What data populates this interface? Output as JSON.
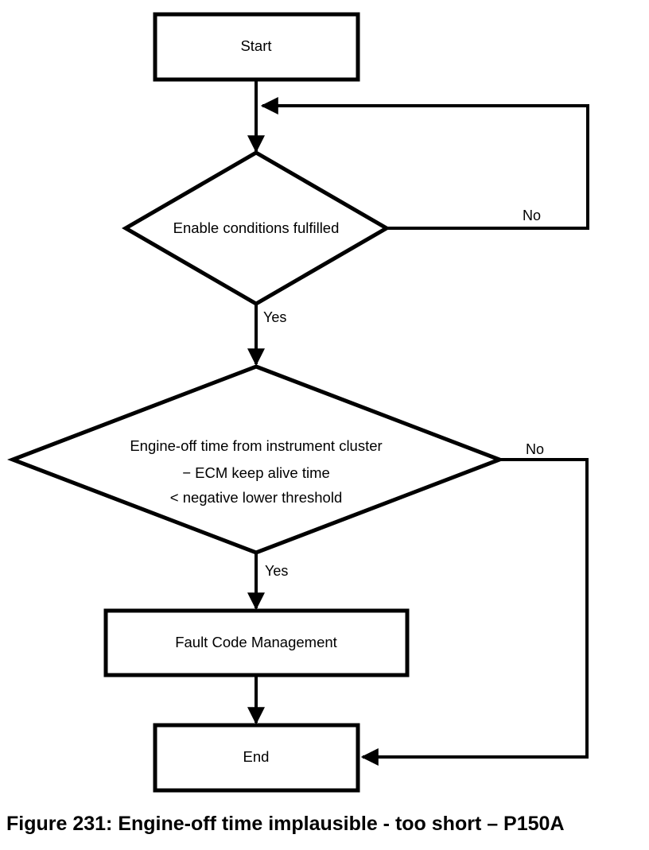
{
  "figure": {
    "caption": "Figure 231: Engine-off time implausible - too short – P150A"
  },
  "flowchart": {
    "colors": {
      "line": "#000000",
      "background": "#ffffff"
    },
    "nodes": {
      "start": {
        "label": "Start"
      },
      "decision_enable": {
        "label": "Enable conditions fulfilled"
      },
      "decision_engine_off": {
        "line1": "Engine-off time from instrument cluster",
        "line2": "− ECM keep alive time",
        "line3": "< negative lower threshold"
      },
      "fault_code_management": {
        "label": "Fault Code Management"
      },
      "end": {
        "label": "End"
      }
    },
    "edge_labels": {
      "decision_enable_yes": "Yes",
      "decision_enable_no": "No",
      "decision_engine_off_yes": "Yes",
      "decision_engine_off_no": "No"
    }
  }
}
